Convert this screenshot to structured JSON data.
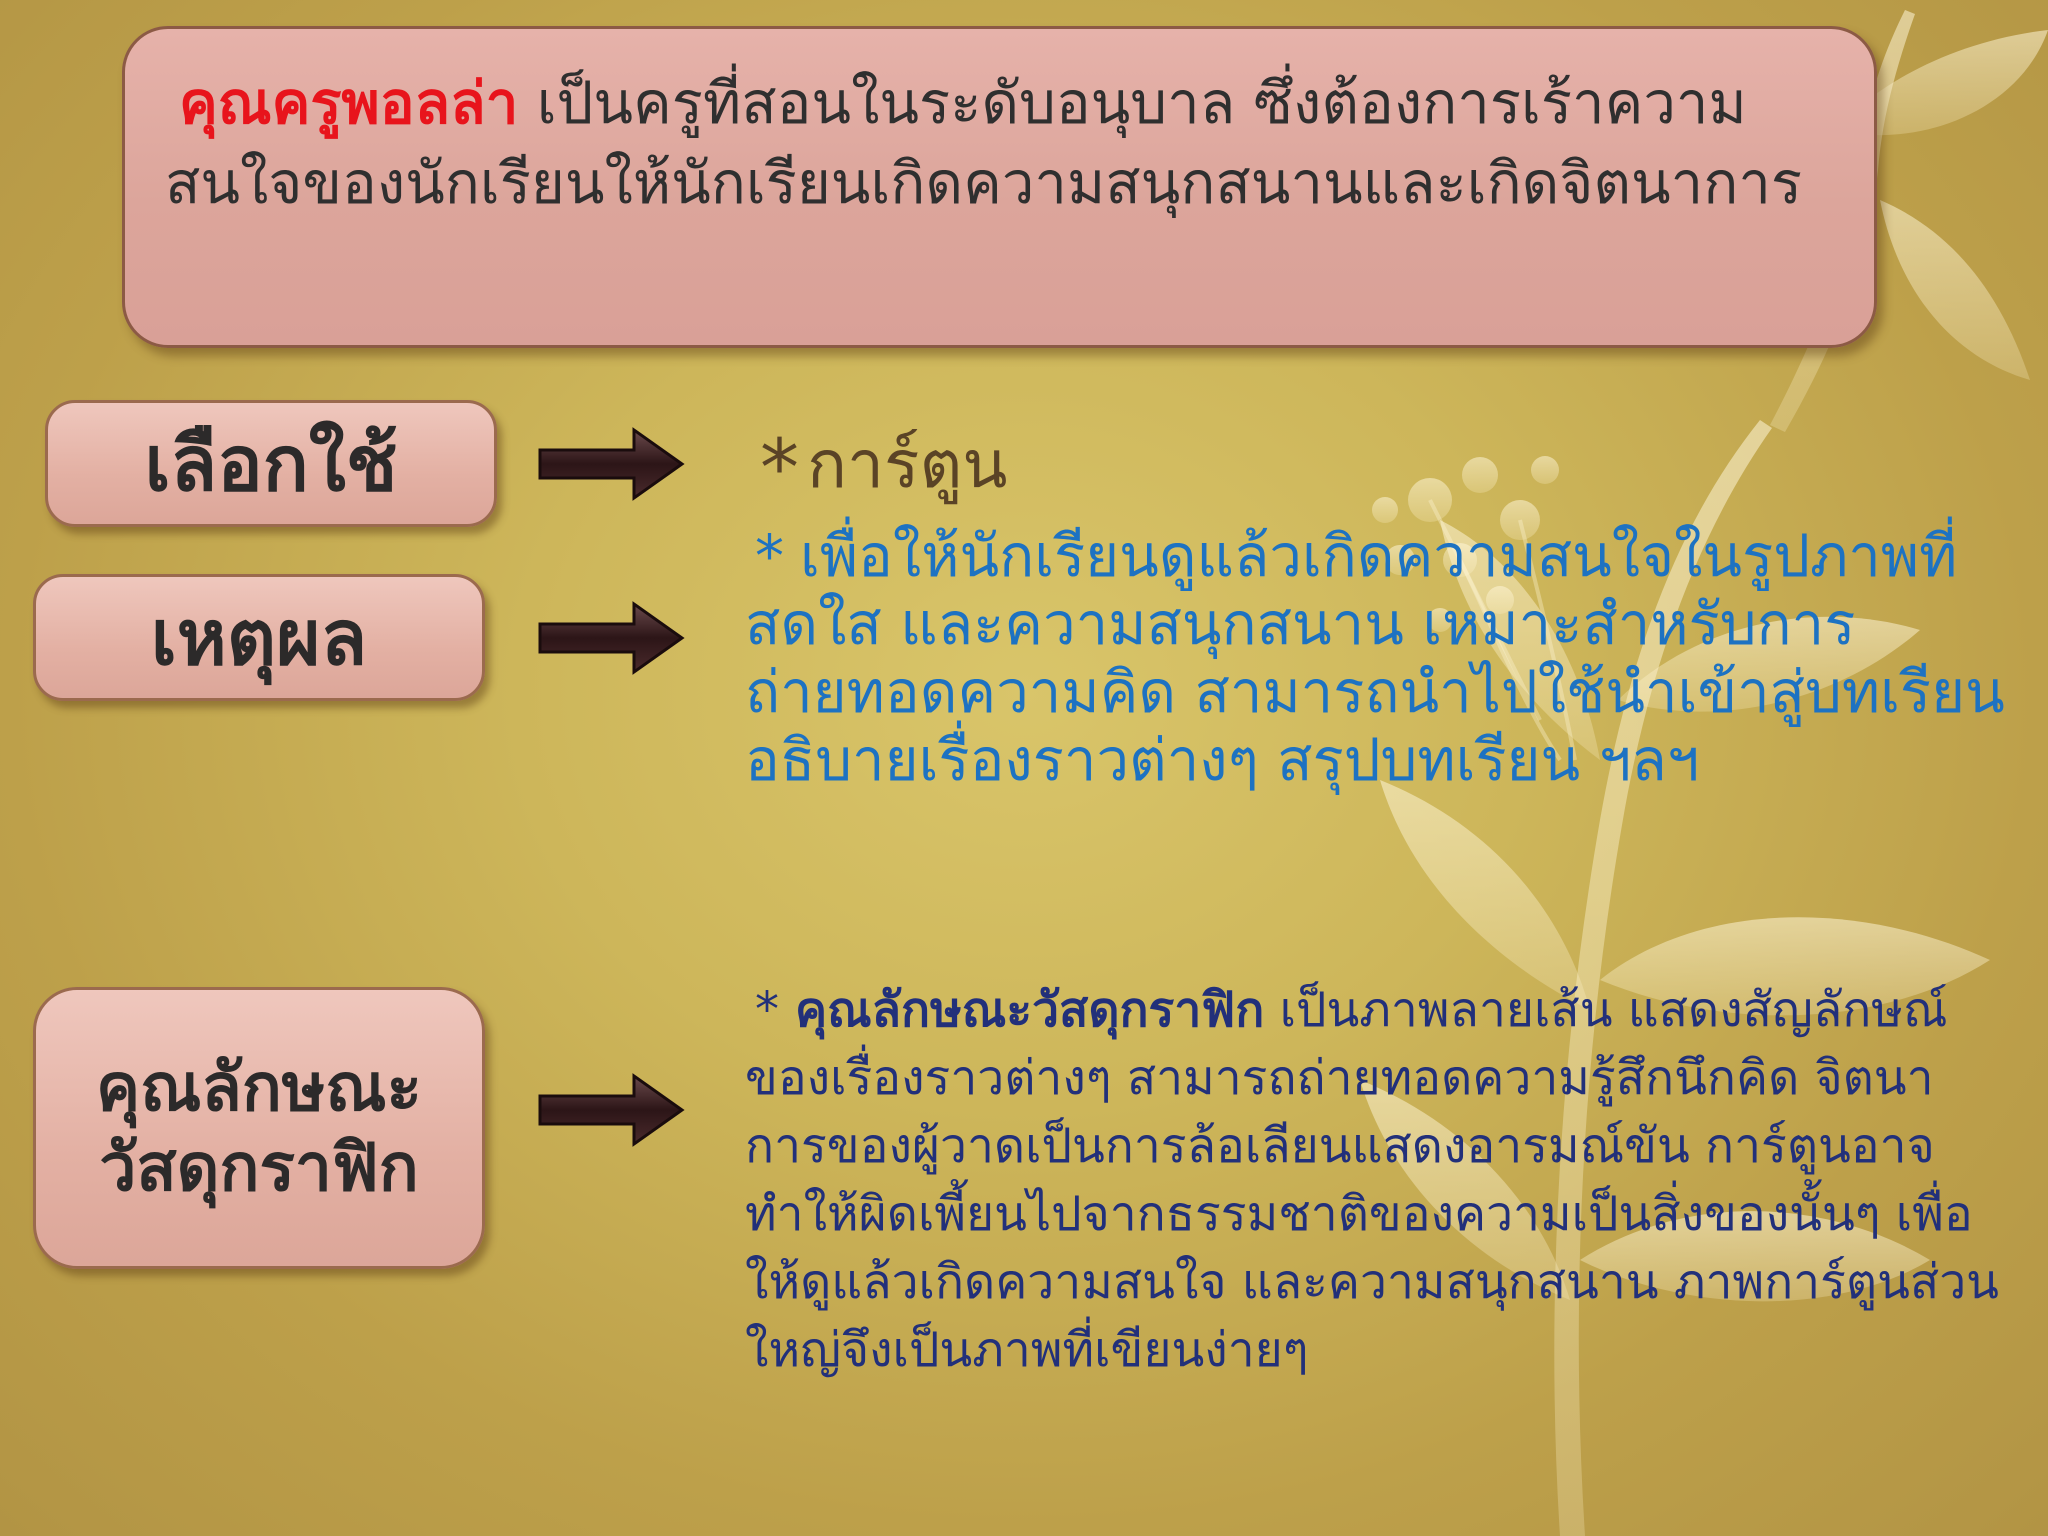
{
  "intro": {
    "name": "คุณครูพอลล่า",
    "text": " เป็นครูที่สอนในระดับอนุบาล ซึ่งต้องการเร้าความสนใจของนักเรียนให้นักเรียนเกิดความสนุกสนานและเกิดจิตนาการ"
  },
  "labels": {
    "select": "เลือกใช้",
    "reason": "เหตุผล",
    "properties": "คุณลักษณะวัสดุกราฟิก"
  },
  "select": {
    "star": "*",
    "value": "การ์ตูน"
  },
  "reason": {
    "star": "*",
    "text": "เพื่อให้นักเรียนดูแล้วเกิดความสนใจในรูปภาพที่สดใส และความสนุกสนาน เหมาะสำหรับการถ่ายทอดความคิด สามารถนำไปใช้นำเข้าสู่บทเรียน อธิบายเรื่องราวต่างๆ สรุปบทเรียน ฯลฯ"
  },
  "properties": {
    "star": "*",
    "term": "คุณลักษณะวัสดุกราฟิก",
    "text": " เป็นภาพลายเส้น แสดงสัญลักษณ์ของเรื่องราวต่างๆ สามารถถ่ายทอดความรู้สึกนึกคิด จิตนาการของผู้วาดเป็นการล้อเลียนแสดงอารมณ์ขัน การ์ตูนอาจทำให้ผิดเพี้ยนไปจากธรรมชาติของความเป็นสิ่งของนั้นๆ เพื่อให้ดูแล้วเกิดความสนใจ และความสนุกสนาน ภาพการ์ตูนส่วนใหญ่จึงเป็นภาพที่เขียนง่ายๆ"
  },
  "colors": {
    "name_red": "#e8141c",
    "reason_blue": "#1d72c2",
    "props_navy": "#22307a",
    "arrow_dark": "#3a1f22"
  }
}
